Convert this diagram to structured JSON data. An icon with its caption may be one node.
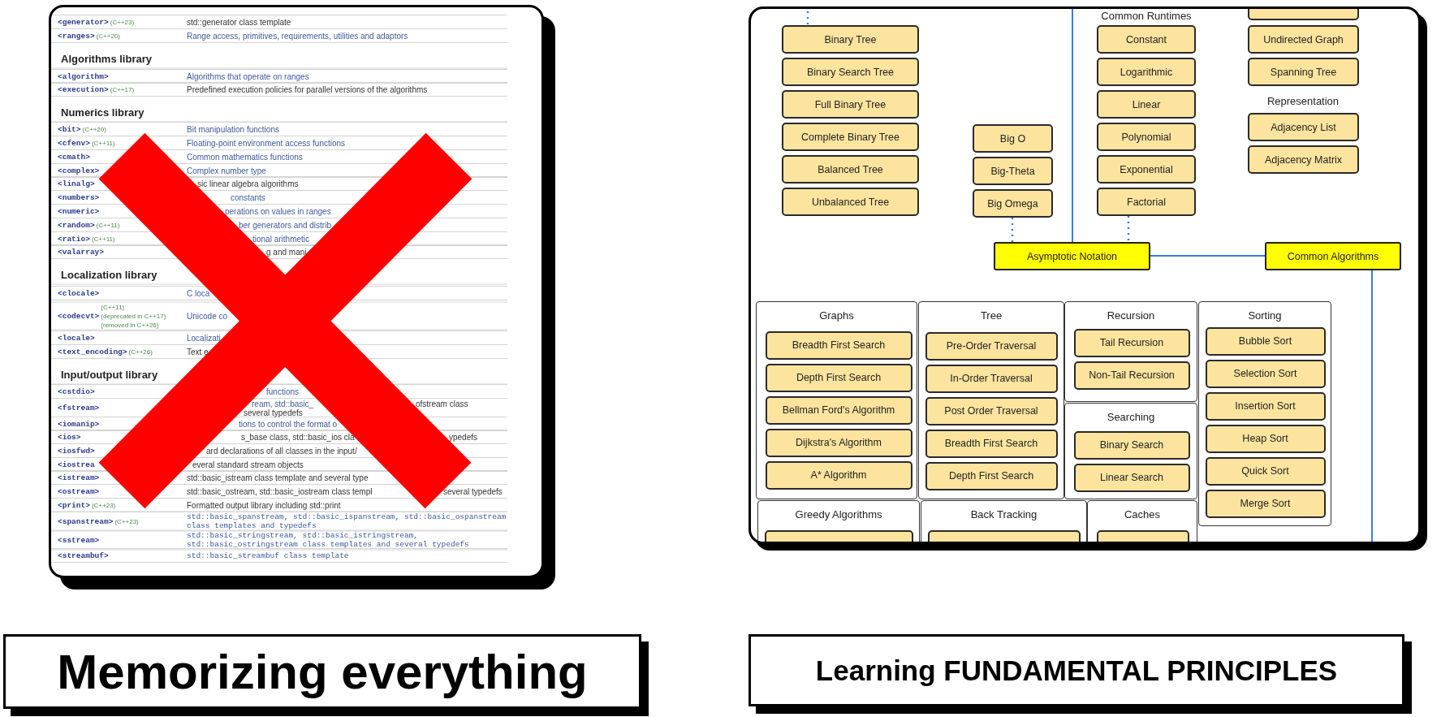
{
  "diagram": {
    "nodes": [
      {
        "text": [
          "Binary Tree"
        ]
      },
      {
        "text": [
          "Binary Search Tree"
        ]
      },
      {
        "text": [
          "Full Binary Tree"
        ]
      },
      {
        "text": [
          "Complete Binary Tree"
        ]
      },
      {
        "text": [
          "Balanced Tree"
        ]
      },
      {
        "text": [
          "Unbalanced Tree"
        ]
      },
      {
        "text": [
          "Big O"
        ]
      },
      {
        "text": [
          "Big-Theta"
        ]
      },
      {
        "text": [
          "Big Omega"
        ]
      },
      {
        "text": [
          "Constant"
        ],
        "beside": [
          "Common Runtimes"
        ]
      },
      {
        "text": [
          "Logarithmic"
        ]
      },
      {
        "text": [
          "Linear"
        ]
      },
      {
        "text": [
          "Polynomial"
        ]
      },
      {
        "text": [
          "Exponential"
        ]
      },
      {
        "text": [
          "Factorial"
        ]
      },
      {
        "text": [],
        "shape": "box"
      },
      {
        "text": [
          "Undirected Graph"
        ]
      },
      {
        "text": [
          "Spanning Tree"
        ]
      },
      {
        "text": [
          "Adjacency List"
        ]
      },
      {
        "text": [
          "Adjacency Matrix"
        ]
      },
      {
        "text": [
          "Asymptotic Notation"
        ]
      },
      {
        "text": [
          "Common Algorithms"
        ]
      },
      {
        "text": [
          "Graphs"
        ]
      },
      {
        "text": [
          "Breadth First Search"
        ],
        "in": 22
      },
      {
        "text": [
          "Depth First Search"
        ],
        "in": 22
      },
      {
        "text": [
          "Bellman Ford's Algorithm"
        ],
        "in": 22
      },
      {
        "text": [
          "Dijkstra's Algorithm"
        ],
        "in": 22
      },
      {
        "text": [
          "A* Algorithm"
        ],
        "in": 22
      },
      {
        "text": [
          "Tree"
        ]
      },
      {
        "text": [
          "Pre-Order Traversal"
        ],
        "in": 28
      },
      {
        "text": [
          "In-Order Traversal"
        ],
        "in": 28
      },
      {
        "text": [
          "Post Order Traversal"
        ],
        "in": 28
      },
      {
        "text": [
          "Breadth First Search"
        ],
        "in": 28
      },
      {
        "text": [
          "Depth First Search"
        ],
        "in": 28
      },
      {
        "text": [
          "Recursion"
        ]
      },
      {
        "text": [
          "Tail Recursion"
        ],
        "in": 34
      },
      {
        "text": [
          "Non-Tail Recursion"
        ],
        "in": 34
      },
      {
        "text": [
          "Searching"
        ]
      },
      {
        "text": [
          "Binary Search"
        ],
        "in": 37
      },
      {
        "text": [
          "Linear Search"
        ],
        "in": 37
      },
      {
        "text": [
          "Sorting"
        ]
      },
      {
        "text": [
          "Bubble Sort"
        ],
        "in": 40
      },
      {
        "text": [
          "Selection Sort"
        ],
        "in": 40
      },
      {
        "text": [
          "Insertion Sort"
        ],
        "in": 40
      },
      {
        "text": [
          "Heap Sort"
        ],
        "in": 40
      },
      {
        "text": [
          "Quick Sort"
        ],
        "in": 40
      },
      {
        "text": [
          "Merge Sort"
        ],
        "in": 40
      },
      {
        "text": [
          "Greedy Algorithms"
        ]
      },
      {
        "text": [],
        "shape": "box",
        "in": 47
      },
      {
        "text": [
          "Back Tracking"
        ]
      },
      {
        "text": [],
        "shape": "box",
        "in": 49
      },
      {
        "text": [
          "Caches"
        ]
      },
      {
        "text": [],
        "shape": "box",
        "in": 51
      },
      {
        "text": [
          "Memorizing everything"
        ]
      },
      {
        "text": [
          "Learning FUNDAMENTAL PRINCIPLES"
        ]
      }
    ],
    "edges": [
      {
        "from": null,
        "to": 0,
        "arrow": "none",
        "style": "dashed"
      },
      {
        "from": 8,
        "to": 20,
        "arrow": "none",
        "style": "dashed"
      },
      {
        "from": 14,
        "to": 20,
        "arrow": "none",
        "style": "dashed"
      },
      {
        "from": null,
        "to": 20,
        "arrow": "none"
      },
      {
        "from": 20,
        "to": 21,
        "arrow": "none"
      },
      {
        "from": 21,
        "to": null,
        "arrow": "none"
      }
    ],
    "labels": [
      "<generator>",
      "(C++23)",
      "std::generator class template",
      "<ranges>",
      "(C++20)",
      "Range access, primitives, requirements, utilities and adaptors",
      "Algorithms library",
      "<algorithm>",
      "Algorithms that operate on ranges",
      "<execution>",
      "(C++17)",
      "Predefined execution policies for parallel versions of the algorithms",
      "Numerics library",
      "<bit>",
      "(C++20)",
      "Bit manipulation functions",
      "<cfenv>",
      "(C++11)",
      "Floating-point environment access functions",
      "<cmath>",
      "Common mathematics functions",
      "<complex>",
      "Complex number type",
      "<linalg>",
      "sic linear algebra algorithms",
      "<numbers>",
      "constants",
      "<numeric>",
      "perations on values in ranges",
      "<random>",
      "(C++11)",
      "ber generators and distrib",
      "<ratio>",
      "(C++11)",
      "tional arithmetic",
      "<valarray>",
      "g and mani",
      "Localization library",
      "<clocale>",
      "C loca",
      "<codecvt>",
      "(C++11)",
      "(deprecated in C++17)",
      "(removed in C++26)",
      "Unicode co",
      "<locale>",
      "Localizati",
      "<text_encoding>",
      "(C++26)",
      "Text e",
      "Input/output library",
      "<cstdio>",
      "functions",
      "<fstream>",
      "ream, std::basic_",
      "ofstream class",
      "several typedefs",
      "<iomanip>",
      "tions to control the format o",
      "<ios>",
      "s_base class, std::basic_ios cla",
      "ypedefs",
      "<iosfwd>",
      "ard declarations of all classes in the input/",
      "<iostrea",
      "everal standard stream objects",
      "<istream>",
      "std::basic_istream class template and several type",
      "<ostream>",
      "std::basic_ostream, std::basic_iostream class templ",
      "several typedefs",
      "<print>",
      "(C++23)",
      "Formatted output library including std::print",
      "<spanstream>",
      "(C++23)",
      "std::basic_spanstream, std::basic_ispanstream, std::basic_ospanstream class templates and typedefs",
      "<sstream>",
      "std::basic_stringstream, std::basic_istringstream, std::basic_ostringstream class templates and several typedefs",
      "<streambuf>",
      "std::basic_streambuf class template",
      "Representation"
    ]
  }
}
